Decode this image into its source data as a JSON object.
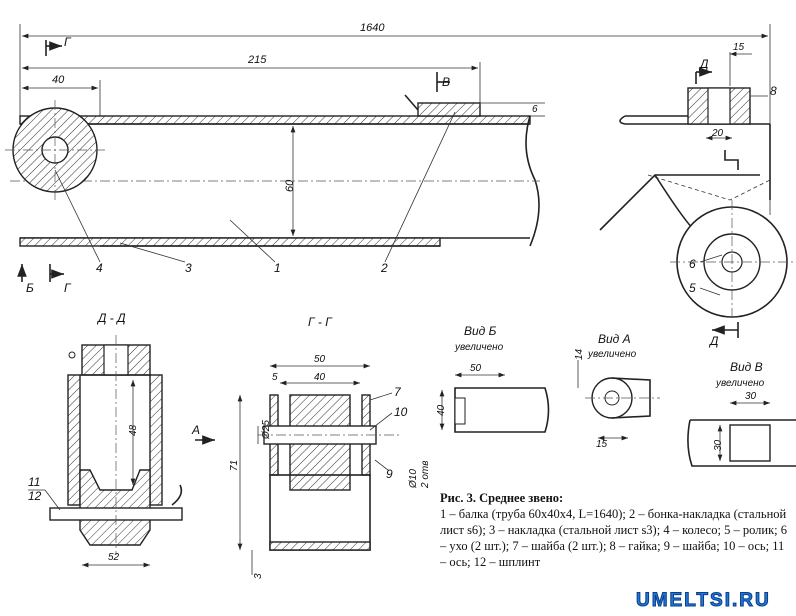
{
  "dimensions": {
    "total_length": "1640",
    "d215": "215",
    "d40": "40",
    "d60": "60",
    "d6": "6",
    "d15": "15",
    "d20": "20",
    "dd_48": "48",
    "dd_52": "52",
    "gg_50": "50",
    "gg_40": "40",
    "gg_5": "5",
    "gg_d25": "Ø25",
    "gg_71": "71",
    "gg_d10": "Ø10",
    "gg_holes": "2 отв",
    "gg_3": "3",
    "vb_50": "50",
    "vb_40": "40",
    "va_14": "14",
    "va_15": "15",
    "vv_30w": "30",
    "vv_30h": "30"
  },
  "section_markers": {
    "G": "Г",
    "B": "Б",
    "V": "В",
    "D": "Д",
    "A": "А"
  },
  "part_labels": [
    "1",
    "2",
    "3",
    "4",
    "5",
    "6",
    "7",
    "8",
    "9",
    "10",
    "11",
    "12"
  ],
  "views": {
    "section_dd": "Д - Д",
    "section_gg": "Г - Г",
    "view_b": "Вид Б",
    "view_a": "Вид А",
    "view_v": "Вид В",
    "enlarged": "увеличено"
  },
  "caption": {
    "title": "Рис. 3. Среднее звено:",
    "body": "1 – балка (труба 60х40х4, L=1640); 2 – бонка-накладка (стальной лист s6); 3 – накладка (стальной лист s3); 4 – колесо; 5 – ролик; 6 – ухо (2 шт.); 7 – шайба (2 шт.); 8 – гайка; 9 – шайба; 10 – ось; 11 – ось; 12 – шплинт"
  },
  "watermark": "UMELTSI.RU"
}
